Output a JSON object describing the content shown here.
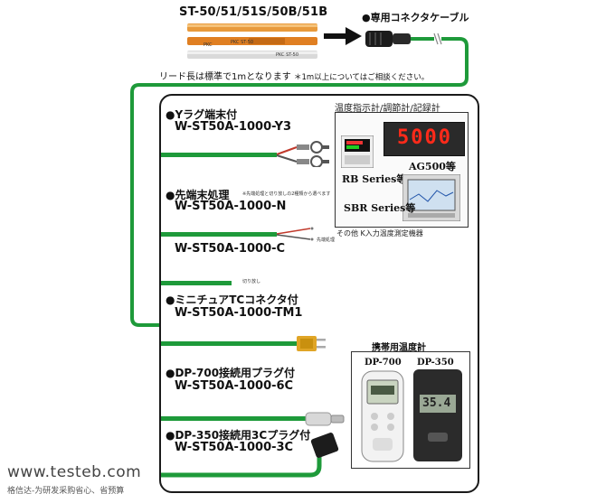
{
  "header": {
    "series": "ST-50/51/51S/50B/51B",
    "connector_cable": "●専用コネクタケーブル",
    "note_main": "リード長は標準で1mとなります",
    "note_small": "＊1m以上についてはご相談ください。"
  },
  "sensor_labels": [
    "PKC",
    "PKC ST-50",
    "PKC ST-50"
  ],
  "items": [
    {
      "name": "●Yラグ端末付",
      "model": "W-ST50A-1000-Y3"
    },
    {
      "name": "●先端末処理",
      "model": "W-ST50A-1000-N",
      "note": "※先端処理と切り放しの2種類から選べます"
    },
    {
      "name": "",
      "model": "W-ST50A-1000-C"
    },
    {
      "name": "●ミニチュアTCコネクタ付",
      "model": "W-ST50A-1000-TM1"
    },
    {
      "name": "●DP-700接続用プラグ付",
      "model": "W-ST50A-1000-6C"
    },
    {
      "name": "●DP-350接続用3Cプラグ付",
      "model": "W-ST50A-1000-3C"
    }
  ],
  "cut_note": "切り放し",
  "wire_tip": "先端処理",
  "instruments": {
    "title": "温度指示計/調節計/記録計",
    "display_value": "5000",
    "ag": "AG500等",
    "rb": "RB Series等",
    "sbr": "SBR Series等",
    "other": "その他 K入力温度測定機器"
  },
  "portable": {
    "title": "携帯用温度計",
    "dp700": "DP-700",
    "dp350": "DP-350",
    "dp350_reading": "35.4"
  },
  "watermark": {
    "url": "www.testeb.com",
    "slogan": "格信达-为研发采购省心、省预算"
  },
  "colors": {
    "cable_green": "#1e9a3a",
    "sensor_orange": "#e98a2a",
    "box_border": "#1a1a1a"
  }
}
